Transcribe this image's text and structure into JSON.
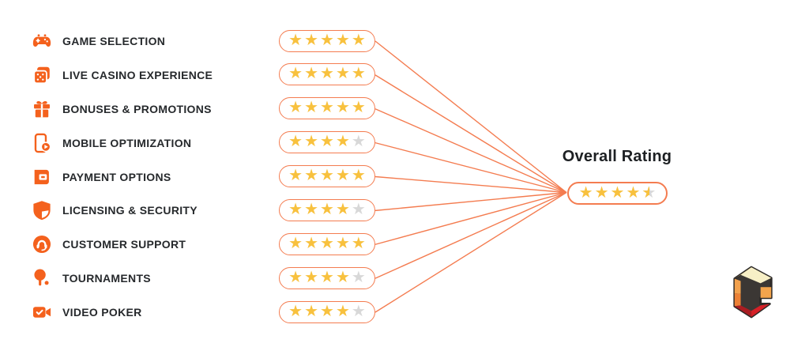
{
  "colors": {
    "background": "#ffffff",
    "icon_orange": "#f4611d",
    "pill_border": "#f47c50",
    "connector_line": "#f47c50",
    "star_filled": "#f8c13e",
    "star_empty": "#d8d8d8",
    "label_text": "#26292c",
    "overall_title_text": "#1d2023"
  },
  "max_stars": 5,
  "categories": [
    {
      "label": "GAME SELECTION",
      "icon": "gamepad-icon",
      "rating": 5
    },
    {
      "label": "LIVE CASINO EXPERIENCE",
      "icon": "dice-icon",
      "rating": 5
    },
    {
      "label": "BONUSES & PROMOTIONS",
      "icon": "gift-icon",
      "rating": 5
    },
    {
      "label": "MOBILE OPTIMIZATION",
      "icon": "mobile-phone-icon",
      "rating": 4
    },
    {
      "label": "PAYMENT OPTIONS",
      "icon": "payment-card-icon",
      "rating": 5
    },
    {
      "label": "LICENSING & SECURITY",
      "icon": "shield-icon",
      "rating": 4
    },
    {
      "label": "CUSTOMER SUPPORT",
      "icon": "headset-icon",
      "rating": 5
    },
    {
      "label": "TOURNAMENTS",
      "icon": "table-tennis-icon",
      "rating": 4
    },
    {
      "label": "VIDEO POKER",
      "icon": "video-camera-icon",
      "rating": 4
    }
  ],
  "overall": {
    "title": "Overall Rating",
    "rating": 4.5
  },
  "logo": {
    "name": "casino-cube-logo",
    "colors": {
      "outline": "#2c2927",
      "dark": "#3b3734",
      "cream": "#f7efc6",
      "yellow": "#f9da8e",
      "orange_light": "#f2a14d",
      "orange_deep": "#ec8136",
      "red_dark": "#a91d22",
      "red": "#d62027",
      "notch": "#f3a44c"
    }
  },
  "chart_data": {
    "type": "table",
    "title": "Overall Rating",
    "categories": [
      "GAME SELECTION",
      "LIVE CASINO EXPERIENCE",
      "BONUSES & PROMOTIONS",
      "MOBILE OPTIMIZATION",
      "PAYMENT OPTIONS",
      "LICENSING & SECURITY",
      "CUSTOMER SUPPORT",
      "TOURNAMENTS",
      "VIDEO POKER"
    ],
    "values": [
      5,
      5,
      5,
      4,
      5,
      4,
      5,
      4,
      4
    ],
    "overall_rating": 4.5,
    "scale": [
      0,
      5
    ],
    "unit": "stars",
    "legend_position": "none",
    "grid": false
  }
}
